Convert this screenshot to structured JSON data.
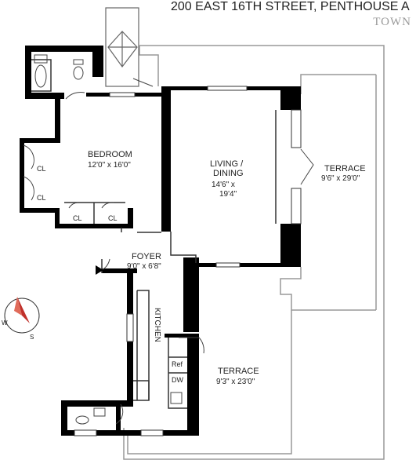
{
  "header": {
    "address": "200 EAST 16TH STREET, PENTHOUSE A",
    "brand": "TOWN"
  },
  "rooms": {
    "bedroom": {
      "name": "BEDROOM",
      "dims": "12'0\" x 16'0\""
    },
    "living": {
      "name_line1": "LIVING /",
      "name_line2": "DINING",
      "dims_line1": "14'6\" x",
      "dims_line2": "19'4\""
    },
    "foyer": {
      "name": "FOYER",
      "dims": "9'0\" x 6'8\""
    },
    "kitchen": {
      "name": "KITCHEN"
    },
    "terrace_east": {
      "name": "TERRACE",
      "dims": "9'6\" x 29'0\""
    },
    "terrace_south": {
      "name": "TERRACE",
      "dims": "9'3\" x 23'0\""
    },
    "closets": [
      "CL",
      "CL",
      "CL",
      "CL"
    ],
    "ref": "Ref",
    "dw": "DW"
  },
  "compass": {
    "w": "W",
    "s": "S"
  }
}
